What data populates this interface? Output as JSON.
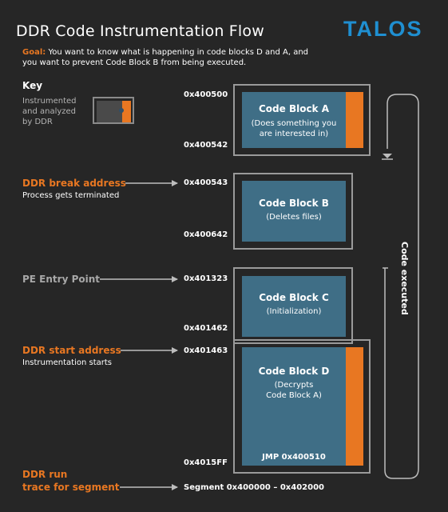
{
  "title": "DDR Code Instrumentation Flow",
  "brand": "TALOS",
  "goal": {
    "label": "Goal:",
    "text": "You want to know what is happening in code blocks D and A, and you want to prevent Code Block B from being executed."
  },
  "key": {
    "title": "Key",
    "description": "Instrumented and analyzed by DDR"
  },
  "labels": {
    "break_title": "DDR break address",
    "break_sub": "Process gets terminated",
    "pe_entry": "PE Entry Point",
    "start_title": "DDR start address",
    "start_sub": "Instrumentation starts",
    "run_line1": "DDR run",
    "run_line2": "trace for segment"
  },
  "addresses": {
    "a_start": "0x400500",
    "a_end": "0x400542",
    "b_start": "0x400543",
    "b_end": "0x400642",
    "c_start": "0x401323",
    "c_end": "0x401462",
    "d_start": "0x401463",
    "d_end": "0x4015FF"
  },
  "blocks": {
    "a": {
      "title": "Code Block A",
      "sub1": "(Does something you",
      "sub2": "are interested in)"
    },
    "b": {
      "title": "Code Block B",
      "sub1": "(Deletes files)"
    },
    "c": {
      "title": "Code Block C",
      "sub1": "(Initialization)"
    },
    "d": {
      "title": "Code Block D",
      "sub1": "(Decrypts",
      "sub2": "Code Block A)",
      "jmp": "JMP 0x400510"
    }
  },
  "code_executed": "Code executed",
  "segment": "Segment 0x400000 – 0x402000",
  "colors": {
    "background": "#262626",
    "accent": "#e87722",
    "block": "#3f6e86",
    "brand": "#1f8fd1"
  }
}
